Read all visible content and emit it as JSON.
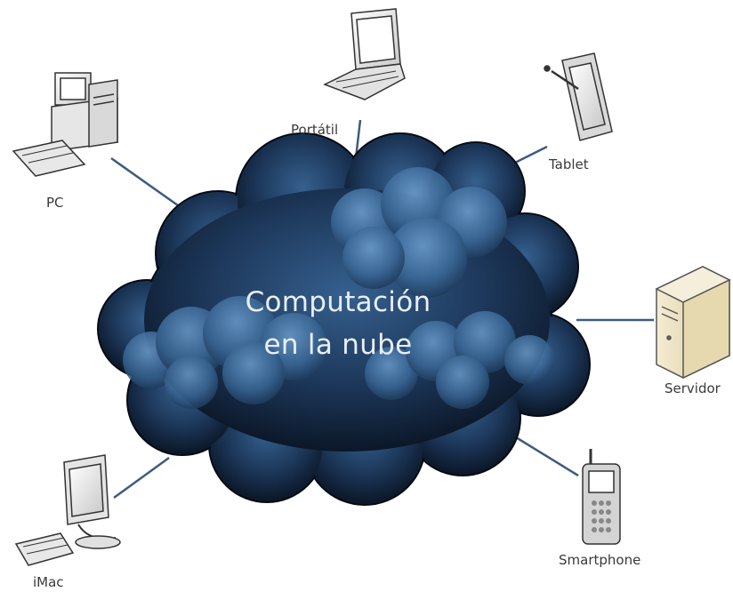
{
  "cloud": {
    "title_line1": "Computación",
    "title_line2": "en la nube"
  },
  "devices": {
    "pc": {
      "label": "PC",
      "icon": "desktop-pc-icon"
    },
    "portatil": {
      "label": "Portátil",
      "icon": "laptop-icon"
    },
    "tablet": {
      "label": "Tablet",
      "icon": "tablet-icon"
    },
    "servidor": {
      "label": "Servidor",
      "icon": "server-tower-icon"
    },
    "smartphone": {
      "label": "Smartphone",
      "icon": "smartphone-icon"
    },
    "imac": {
      "label": "iMac",
      "icon": "imac-icon"
    }
  },
  "colors": {
    "cloud_dark": "#0d1a2c",
    "cloud_mid": "#2d557f",
    "cloud_light": "#5e8fc1",
    "connector": "#3e5c7c"
  }
}
